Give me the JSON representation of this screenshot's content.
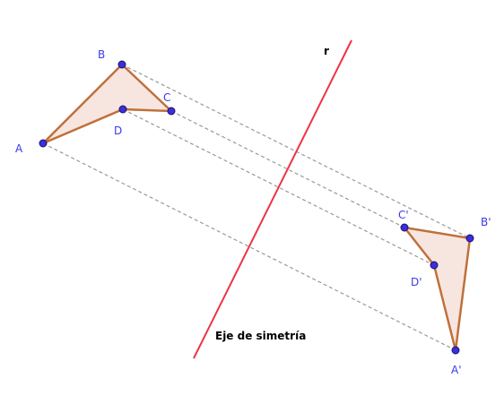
{
  "colors": {
    "axis": "#ee3344",
    "polygon_stroke": "#c0703a",
    "polygon_fill": "#f7e6e0",
    "guide": "#999999",
    "point_fill": "#3b2fd9",
    "point_stroke": "#1a1470",
    "label": "#3a3ae8"
  },
  "axis": {
    "name": "r",
    "caption": "Eje de simetría"
  },
  "original_polygon": {
    "points": [
      {
        "id": "A",
        "label": "A"
      },
      {
        "id": "B",
        "label": "B"
      },
      {
        "id": "C",
        "label": "C"
      },
      {
        "id": "D",
        "label": "D"
      }
    ]
  },
  "reflected_polygon": {
    "points": [
      {
        "id": "A'",
        "label": "A'"
      },
      {
        "id": "B'",
        "label": "B'"
      },
      {
        "id": "C'",
        "label": "C'"
      },
      {
        "id": "D'",
        "label": "D'"
      }
    ]
  }
}
